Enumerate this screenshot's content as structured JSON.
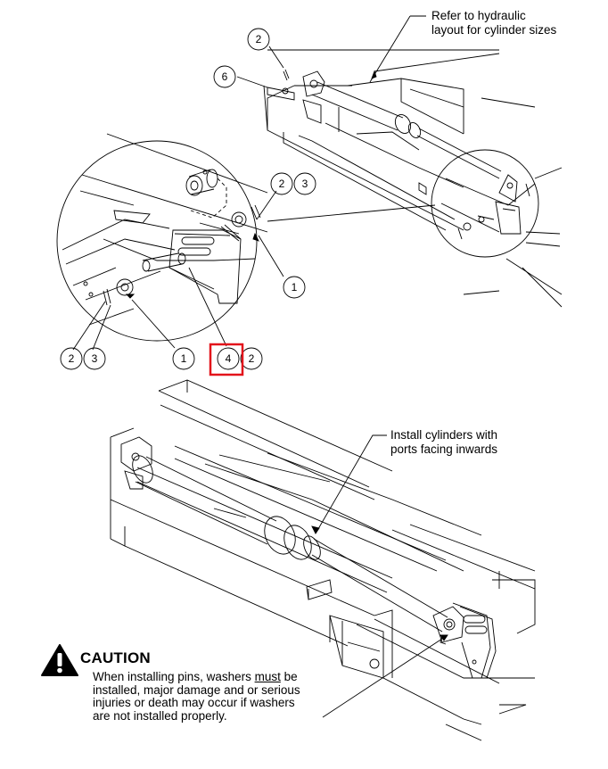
{
  "labels": {
    "hydraulic_note_line1": "Refer to hydraulic",
    "hydraulic_note_line2": "layout for cylinder sizes",
    "ports_note_line1": "Install cylinders with",
    "ports_note_line2": "ports facing inwards"
  },
  "callouts": {
    "top_2": "2",
    "top_6": "6",
    "right_2": "2",
    "right_3": "3",
    "right_1": "1",
    "bottom_left_2": "2",
    "bottom_left_3": "3",
    "bottom_1": "1",
    "bottom_4": "4",
    "bottom_2": "2"
  },
  "caution": {
    "title": "CAUTION",
    "line1_pre": "When installing pins, washers ",
    "line1_emph": "must",
    "line1_post": " be",
    "line2": "installed, major damage and or serious",
    "line3": "injuries or death may occur if washers",
    "line4": "are not installed properly."
  },
  "colors": {
    "line": "#000000",
    "highlight": "#e3141b",
    "background": "#ffffff"
  }
}
